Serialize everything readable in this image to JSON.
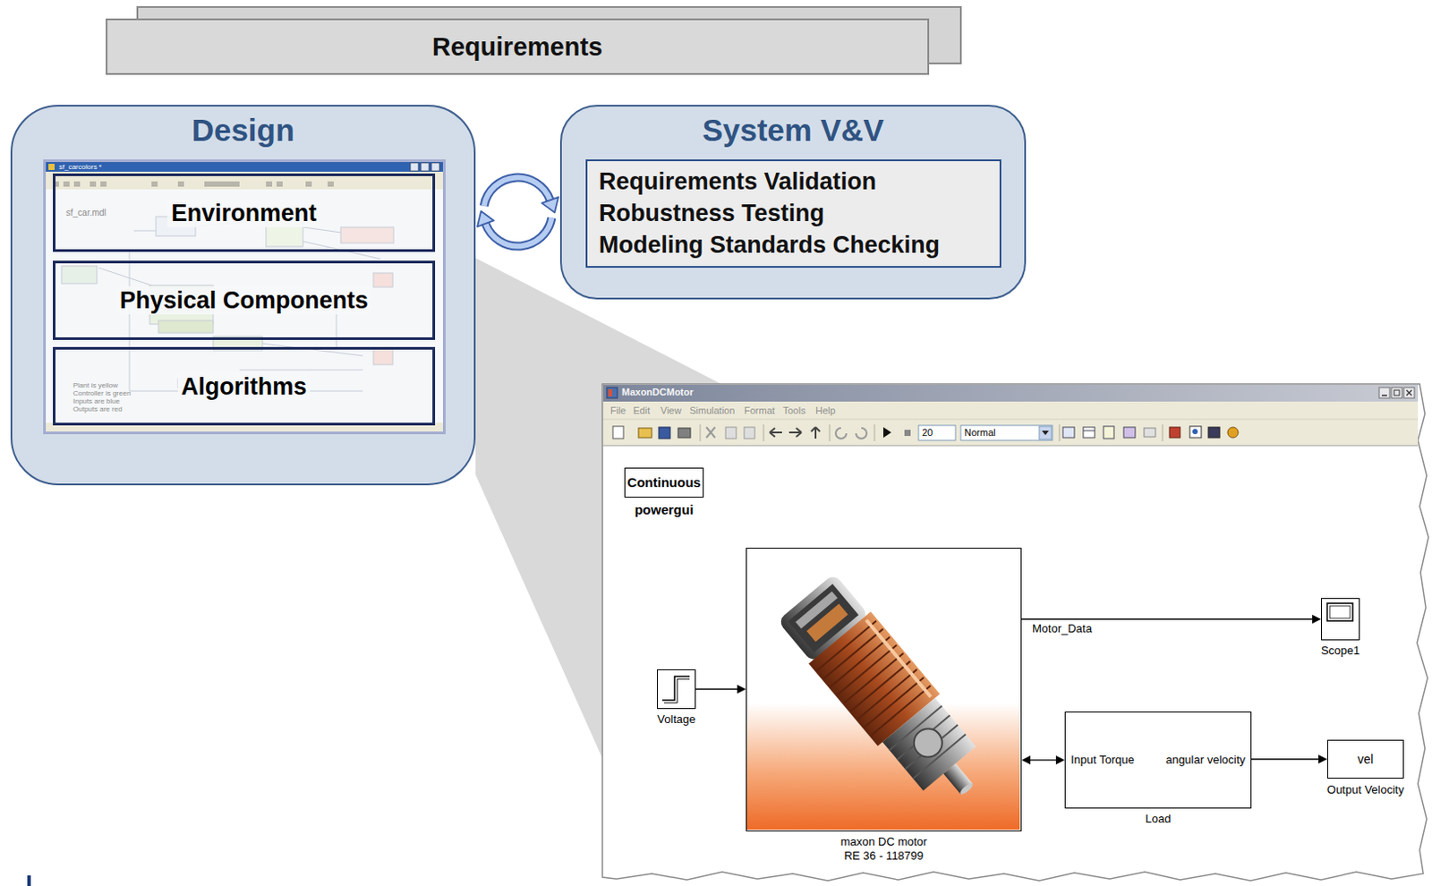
{
  "diagram": {
    "nodes": [
      {
        "text": [
          "Requirements"
        ]
      },
      {
        "text": [
          "Design"
        ]
      },
      {
        "text": [
          "sf_carcolors *"
        ],
        "in": 1
      },
      {
        "text": [
          "Environment"
        ],
        "in": 2
      },
      {
        "text": [
          "Physical Components"
        ],
        "in": 2
      },
      {
        "text": [
          "Algorithms"
        ],
        "in": 2
      },
      {
        "text": [
          "System V&V"
        ]
      },
      {
        "text": [
          "Requirements Validation",
          "Robustness Testing",
          "Modeling Standards Checking"
        ],
        "in": 6
      },
      {
        "text": [
          "MaxonDCMotor"
        ]
      },
      {
        "text": [
          "Continuous",
          "powergui"
        ],
        "in": 8
      },
      {
        "text": [
          "Voltage"
        ],
        "in": 8
      },
      {
        "text": [
          "maxon DC motor RE 36 - 118799"
        ],
        "in": 8
      },
      {
        "text": [
          "Scope1"
        ],
        "in": 8
      },
      {
        "text": [
          "Input Torque",
          "angular velocity",
          "Load"
        ],
        "in": 8
      },
      {
        "text": [
          "vel",
          "Output Velocity"
        ],
        "in": 8
      }
    ],
    "edges": [
      {
        "from": 1,
        "to": 6,
        "arrow": "both"
      },
      {
        "from": 10,
        "to": 11,
        "arrow": "to"
      },
      {
        "from": 11,
        "to": 12,
        "label": "Motor_Data",
        "arrow": "to"
      },
      {
        "from": 11,
        "to": 13,
        "arrow": "both"
      },
      {
        "from": 13,
        "to": 14,
        "arrow": "to"
      }
    ],
    "labels": [
      "sf_car.mdl",
      "Plant is yellow",
      "Controller is green",
      "Inputs are blue",
      "Outputs are red",
      "File",
      "Edit",
      "View",
      "Simulation",
      "Format",
      "Tools",
      "Help",
      "20",
      "Normal"
    ]
  }
}
